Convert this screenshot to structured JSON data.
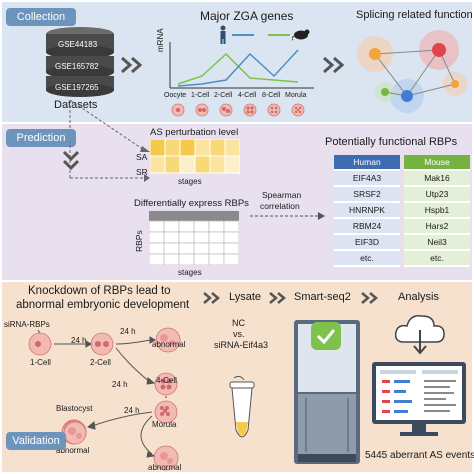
{
  "panels": {
    "collection": "Collection",
    "prediction": "Prediction",
    "validation": "Validation"
  },
  "collection": {
    "datasets": [
      "GSE44183",
      "GSE165782",
      "GSE197265"
    ],
    "datasets_label": "Datasets",
    "zga_title": "Major ZGA genes",
    "mrna_label": "mRNA",
    "stages": [
      "Oocyte",
      "1-Cell",
      "2-Cell",
      "4-Cell",
      "8-Cell",
      "Morula"
    ],
    "splicing_title": "Splicing related function",
    "series_colors": {
      "human": "#4a90c2",
      "mouse": "#7dc24a"
    }
  },
  "prediction": {
    "as_title": "AS perturbation level",
    "sa_label": "SA",
    "sr_label": "SR",
    "stages_label": "stages",
    "degs_title": "Differentially express RBPs",
    "rbps_label": "RBPs",
    "spearman": "Spearman",
    "correlation": "correlation",
    "functional_title": "Potentially functional RBPs",
    "human_header": "Human",
    "mouse_header": "Mouse",
    "human_genes": [
      "EIF4A3",
      "SRSF2",
      "HNRNPK",
      "RBM24",
      "EIF3D",
      "etc."
    ],
    "mouse_genes": [
      "Mak16",
      "Utp23",
      "Hspb1",
      "Hars2",
      "Neil3",
      "etc."
    ]
  },
  "validation": {
    "knockdown_line1": "Knockdown of RBPs lead to",
    "knockdown_line2": "abnormal embryonic development",
    "lysate": "Lysate",
    "smartseq": "Smart-seq2",
    "analysis": "Analysis",
    "sirna": "siRNA-RBPs",
    "h24": "24 h",
    "cell1": "1-Cell",
    "cell2": "2-Cell",
    "cell4": "4-Cell",
    "abnormal": "abnormal",
    "blastocyst": "Blastocyst",
    "morula": "Morula",
    "nc": "NC",
    "vs": "vs.",
    "sirna_eif": "siRNA-Eif4a3",
    "events": "5445 aberrant AS events"
  }
}
